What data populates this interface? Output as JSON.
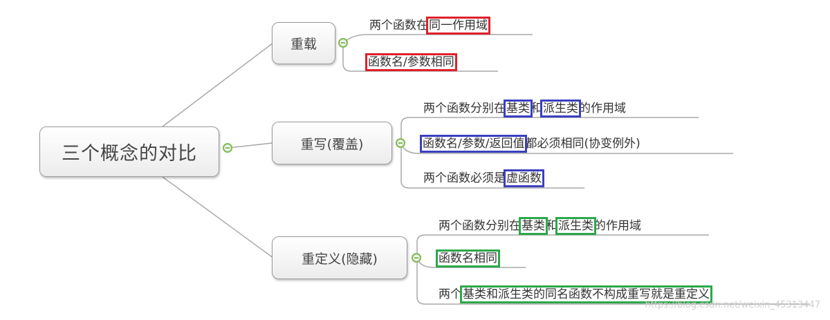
{
  "diagram": {
    "type": "mind-map",
    "root": {
      "label": "三个概念的对比"
    },
    "branches": [
      {
        "label": "重载",
        "highlight_color": "#e0202a",
        "items": [
          {
            "parts": [
              {
                "text": "两个函数在",
                "hl": false
              },
              {
                "text": "同一作用域",
                "hl": true
              }
            ]
          },
          {
            "parts": [
              {
                "text": "函数名/参数相同",
                "hl": true
              }
            ]
          }
        ]
      },
      {
        "label": "重写(覆盖)",
        "highlight_color": "#3b3fbf",
        "items": [
          {
            "parts": [
              {
                "text": "两个函数分别在",
                "hl": false
              },
              {
                "text": "基类",
                "hl": true
              },
              {
                "text": "和",
                "hl": false
              },
              {
                "text": "派生类",
                "hl": true
              },
              {
                "text": "的作用域",
                "hl": false
              }
            ]
          },
          {
            "parts": [
              {
                "text": "函数名/参数/返回值",
                "hl": true
              },
              {
                "text": "都必须相同(协变例外)",
                "hl": false
              }
            ]
          },
          {
            "parts": [
              {
                "text": "两个函数必须是",
                "hl": false
              },
              {
                "text": "虚函数",
                "hl": true
              }
            ]
          }
        ]
      },
      {
        "label": "重定义(隐藏)",
        "highlight_color": "#2ba84a",
        "items": [
          {
            "parts": [
              {
                "text": "两个函数分别在",
                "hl": false
              },
              {
                "text": "基类",
                "hl": true
              },
              {
                "text": "和",
                "hl": false
              },
              {
                "text": "派生类",
                "hl": true
              },
              {
                "text": "的作用域",
                "hl": false
              }
            ]
          },
          {
            "parts": [
              {
                "text": "函数名相同",
                "hl": true
              }
            ]
          },
          {
            "parts": [
              {
                "text": "两个",
                "hl": false
              },
              {
                "text": "基类和派生类的同名函数不构成重写就是重定义",
                "hl": true
              }
            ]
          }
        ]
      }
    ],
    "colors": {
      "line": "#a0a0a0",
      "collapse": "#7dbb4e"
    }
  },
  "watermark": "https://blog.csdn.net/weixin_45313447"
}
